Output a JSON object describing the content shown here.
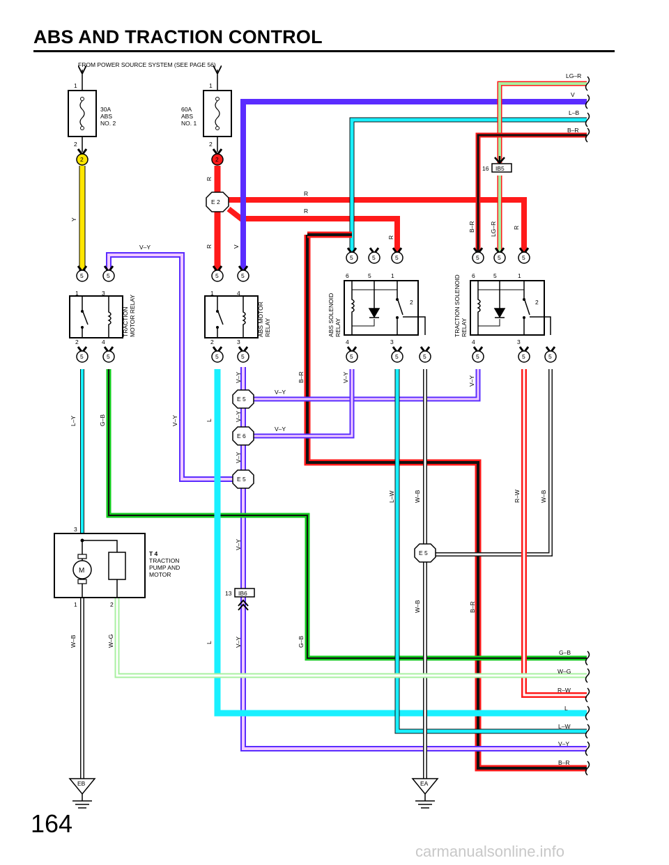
{
  "title": "ABS AND TRACTION CONTROL",
  "page_number": "164",
  "watermark": "carmanualsonline.info",
  "power_source_note": "FROM POWER SOURCE SYSTEM (SEE PAGE 56)",
  "fuses": [
    {
      "id": "fuse-30a",
      "lines": [
        "30A",
        "ABS",
        "NO. 2"
      ],
      "pin_top": "1",
      "pin_bottom": "2",
      "connector": "2"
    },
    {
      "id": "fuse-60a",
      "lines": [
        "60A",
        "ABS",
        "NO. 1"
      ],
      "pin_top": "1",
      "pin_bottom": "2",
      "connector": "2"
    }
  ],
  "relays": [
    {
      "id": "traction-motor-relay",
      "lines": [
        "TRACTION",
        "MOTOR RELAY"
      ],
      "pins": [
        "1",
        "3",
        "2",
        "4"
      ]
    },
    {
      "id": "abs-motor-relay",
      "lines": [
        "ABS MOTOR",
        "RELAY"
      ],
      "pins": [
        "1",
        "4",
        "2",
        "3"
      ]
    },
    {
      "id": "abs-solenoid-relay",
      "lines": [
        "ABS SOLENOID",
        "RELAY"
      ],
      "pins": [
        "6",
        "5",
        "1",
        "2",
        "4",
        "3"
      ]
    },
    {
      "id": "traction-solenoid-relay",
      "lines": [
        "TRACTION SOLENOID",
        "RELAY"
      ],
      "pins": [
        "6",
        "5",
        "1",
        "2",
        "4",
        "3"
      ]
    }
  ],
  "connector_label": "5",
  "splices": [
    "E 2",
    "E 5",
    "E 6",
    "E 5",
    "E 5"
  ],
  "junctions": [
    {
      "pin": "16",
      "name": "IB5"
    },
    {
      "pin": "13",
      "name": "IB6"
    }
  ],
  "motor": {
    "id": "T 4",
    "lines": [
      "TRACTION",
      "PUMP AND",
      "MOTOR"
    ],
    "symbol": "M",
    "pins": [
      "3",
      "1",
      "2"
    ]
  },
  "grounds": [
    "EB",
    "EA"
  ],
  "right_top_wires": [
    "LG–R",
    "V",
    "L–B",
    "B–R"
  ],
  "right_bottom_wires": [
    "G–B",
    "W–G",
    "R–W",
    "L",
    "L–W",
    "V–Y",
    "B–R"
  ],
  "wire_labels": {
    "y": "Y",
    "vy": "V–Y",
    "r": "R",
    "v": "V",
    "ly": "L–Y",
    "gb": "G–B",
    "l": "L",
    "br": "B–R",
    "lw": "L–W",
    "wb": "W–B",
    "rw": "R–W",
    "wg": "W–G",
    "lgr": "LG–R"
  },
  "colors": {
    "red": "#ff1a1a",
    "yellow": "#ffe600",
    "violet": "#5a2cff",
    "cyan": "#19f0ff",
    "green": "#12c81e",
    "lightgreen": "#a8f0a0",
    "black": "#111111",
    "white": "#ffffff",
    "vy_fill": "#f2ccff",
    "vy_edge": "#5a2cff"
  }
}
